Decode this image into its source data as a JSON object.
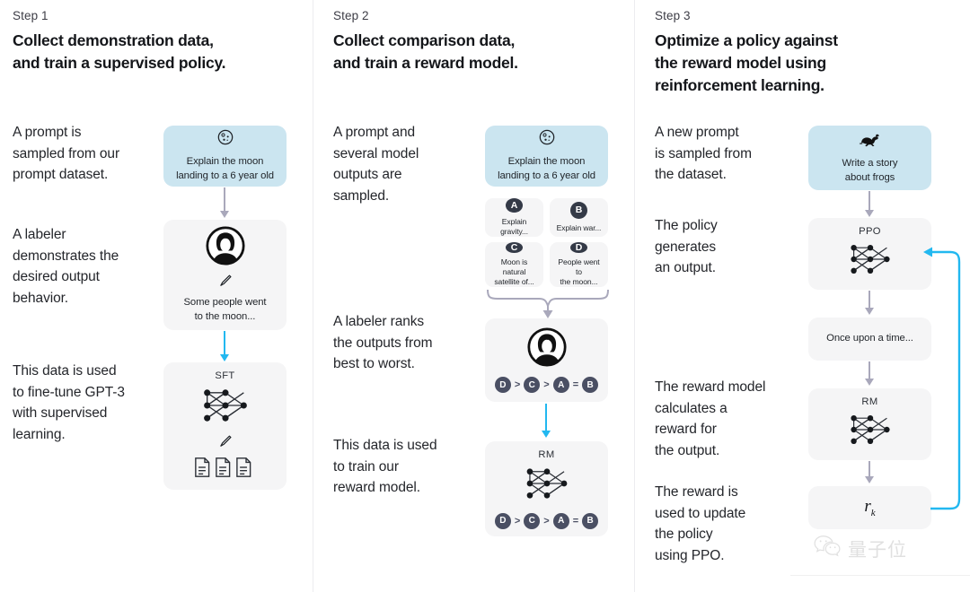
{
  "steps": [
    {
      "label": "Step 1",
      "title": "Collect demonstration data,\nand train a supervised policy.",
      "paragraphs": [
        "A prompt is\nsampled from our\nprompt dataset.",
        "A labeler\ndemonstrates the\ndesired output\nbehavior.",
        "This data is used\nto fine-tune GPT-3\nwith supervised\nlearning."
      ],
      "cards": {
        "prompt": {
          "icon": "moon-icon",
          "text": "Explain the moon\nlanding to a 6 year old"
        },
        "demo": {
          "icon": "labeler-avatar-icon",
          "pencil": "pencil-icon",
          "text": "Some people went\nto the moon..."
        },
        "model": {
          "title": "SFT",
          "icon": "neural-network-icon",
          "pencil": "pencil-icon",
          "docs": "documents-icon"
        }
      }
    },
    {
      "label": "Step 2",
      "title": "Collect comparison data,\nand train a reward model.",
      "paragraphs": [
        "A prompt and\nseveral model\noutputs are\nsampled.",
        "A labeler ranks\nthe outputs from\nbest to worst.",
        "This data is used\nto train our\nreward model."
      ],
      "cards": {
        "prompt": {
          "icon": "moon-icon",
          "text": "Explain the moon\nlanding to a 6 year old"
        },
        "options": [
          {
            "badge": "A",
            "text": "Explain gravity..."
          },
          {
            "badge": "B",
            "text": "Explain war..."
          },
          {
            "badge": "C",
            "text": "Moon is natural\nsatellite of..."
          },
          {
            "badge": "D",
            "text": "People went to\nthe moon..."
          }
        ],
        "labeler": {
          "icon": "labeler-avatar-icon",
          "ranking": [
            "D",
            ">",
            "C",
            ">",
            "A",
            "=",
            "B"
          ]
        },
        "reward_model": {
          "title": "RM",
          "icon": "neural-network-icon",
          "ranking": [
            "D",
            ">",
            "C",
            ">",
            "A",
            "=",
            "B"
          ]
        }
      }
    },
    {
      "label": "Step 3",
      "title": "Optimize a policy against\nthe reward model using\nreinforcement learning.",
      "paragraphs": [
        "A new prompt\nis sampled from\nthe dataset.",
        "The policy\ngenerates\nan output.",
        "The reward model\ncalculates a\nreward for\nthe output.",
        "The reward is\nused to update\nthe policy\nusing PPO."
      ],
      "cards": {
        "prompt": {
          "icon": "frog-icon",
          "text": "Write a story\nabout frogs"
        },
        "policy": {
          "title": "PPO",
          "icon": "neural-network-icon"
        },
        "output": {
          "text": "Once upon a time..."
        },
        "reward_model": {
          "title": "RM",
          "icon": "neural-network-icon"
        },
        "reward": {
          "symbol": "r",
          "subscript": "k"
        }
      }
    }
  ],
  "watermark": {
    "icon": "wechat-icon",
    "text": "量子位"
  },
  "colors": {
    "prompt_card": "#cbe5f0",
    "neutral_card": "#f5f5f6",
    "arrow_gray": "#a9a8bb",
    "arrow_blue": "#22b8f0",
    "badge_dark": "#343a47",
    "divider": "#ececef"
  }
}
